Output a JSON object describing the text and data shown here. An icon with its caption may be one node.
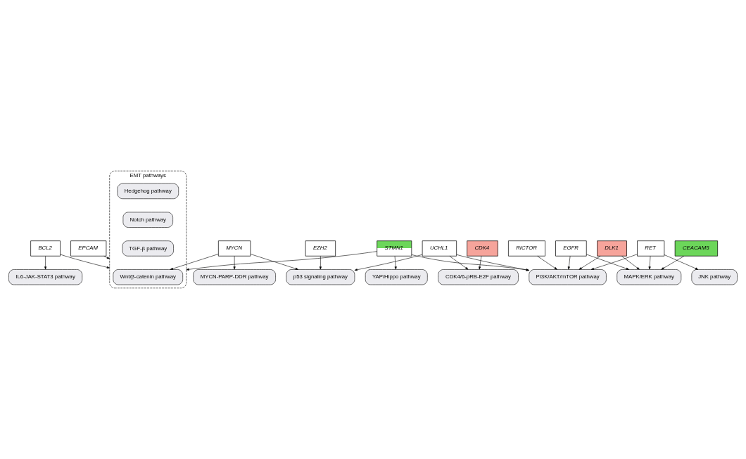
{
  "diagram": {
    "nodes": [
      {
        "text": [
          "EMT pathways"
        ]
      },
      {
        "text": [
          "Hedgehog pathway"
        ],
        "in": 0
      },
      {
        "text": [
          "Notch pathway"
        ],
        "in": 0
      },
      {
        "text": [
          "TGF-β pathway"
        ],
        "in": 0
      },
      {
        "text": [
          "Wnt/β-catenin pathway"
        ],
        "in": 0
      },
      {
        "text": [
          "EPCAM"
        ]
      },
      {
        "text": [
          "BCL2"
        ]
      },
      {
        "text": [
          "IL6-JAK-STAT3 pathway"
        ]
      },
      {
        "text": [
          "JNK pathway"
        ]
      },
      {
        "text": [
          "CEACAM5"
        ]
      },
      {
        "text": [
          "MYCN-PARP-DDR pathway"
        ]
      },
      {
        "text": [
          "YAP/Hippo pathway"
        ]
      },
      {
        "text": [
          "MAPK/ERK pathway"
        ]
      },
      {
        "text": [
          "RET"
        ]
      },
      {
        "text": [
          "MYCN"
        ]
      },
      {
        "text": [
          "EZH2"
        ]
      },
      {
        "text": [
          "CDK4"
        ]
      },
      {
        "text": [
          "STMN1"
        ]
      },
      {
        "text": [
          "DLK1"
        ]
      },
      {
        "text": [
          "EGFR"
        ]
      },
      {
        "text": [
          "p53 signaling pathway"
        ]
      },
      {
        "text": [
          "CDK4/6-pRB-E2F pathway"
        ]
      },
      {
        "text": [
          "PI3K/AKT/mTOR pathway"
        ]
      },
      {
        "text": [
          "UCHL1"
        ]
      },
      {
        "text": [
          "RICTOR"
        ]
      }
    ],
    "edges": [
      {
        "from": 5,
        "to": 0,
        "arrow": "to"
      },
      {
        "from": 6,
        "to": 0,
        "arrow": "to"
      },
      {
        "from": 6,
        "to": 7,
        "arrow": "to"
      },
      {
        "from": 17,
        "to": 0,
        "arrow": "to"
      },
      {
        "from": 17,
        "to": 11,
        "arrow": "to"
      },
      {
        "from": 17,
        "to": 22,
        "arrow": "to"
      },
      {
        "from": 14,
        "to": 4,
        "arrow": "to"
      },
      {
        "from": 14,
        "to": 10,
        "arrow": "to"
      },
      {
        "from": 14,
        "to": 20,
        "arrow": "to"
      },
      {
        "from": 15,
        "to": 20,
        "arrow": "to"
      },
      {
        "from": 16,
        "to": 21,
        "arrow": "to"
      },
      {
        "from": 9,
        "to": 12,
        "arrow": "to"
      },
      {
        "from": 13,
        "to": 8,
        "arrow": "to"
      },
      {
        "from": 13,
        "to": 12,
        "arrow": "to"
      },
      {
        "from": 13,
        "to": 22,
        "arrow": "to"
      },
      {
        "from": 18,
        "to": 12,
        "arrow": "to"
      },
      {
        "from": 18,
        "to": 22,
        "arrow": "to"
      },
      {
        "from": 19,
        "to": 12,
        "arrow": "to"
      },
      {
        "from": 19,
        "to": 22,
        "arrow": "to"
      },
      {
        "from": 23,
        "to": 20,
        "arrow": "to"
      },
      {
        "from": 23,
        "to": 21,
        "arrow": "to"
      },
      {
        "from": 23,
        "to": 22,
        "arrow": "to"
      },
      {
        "from": 24,
        "to": 22,
        "arrow": "to"
      }
    ]
  }
}
